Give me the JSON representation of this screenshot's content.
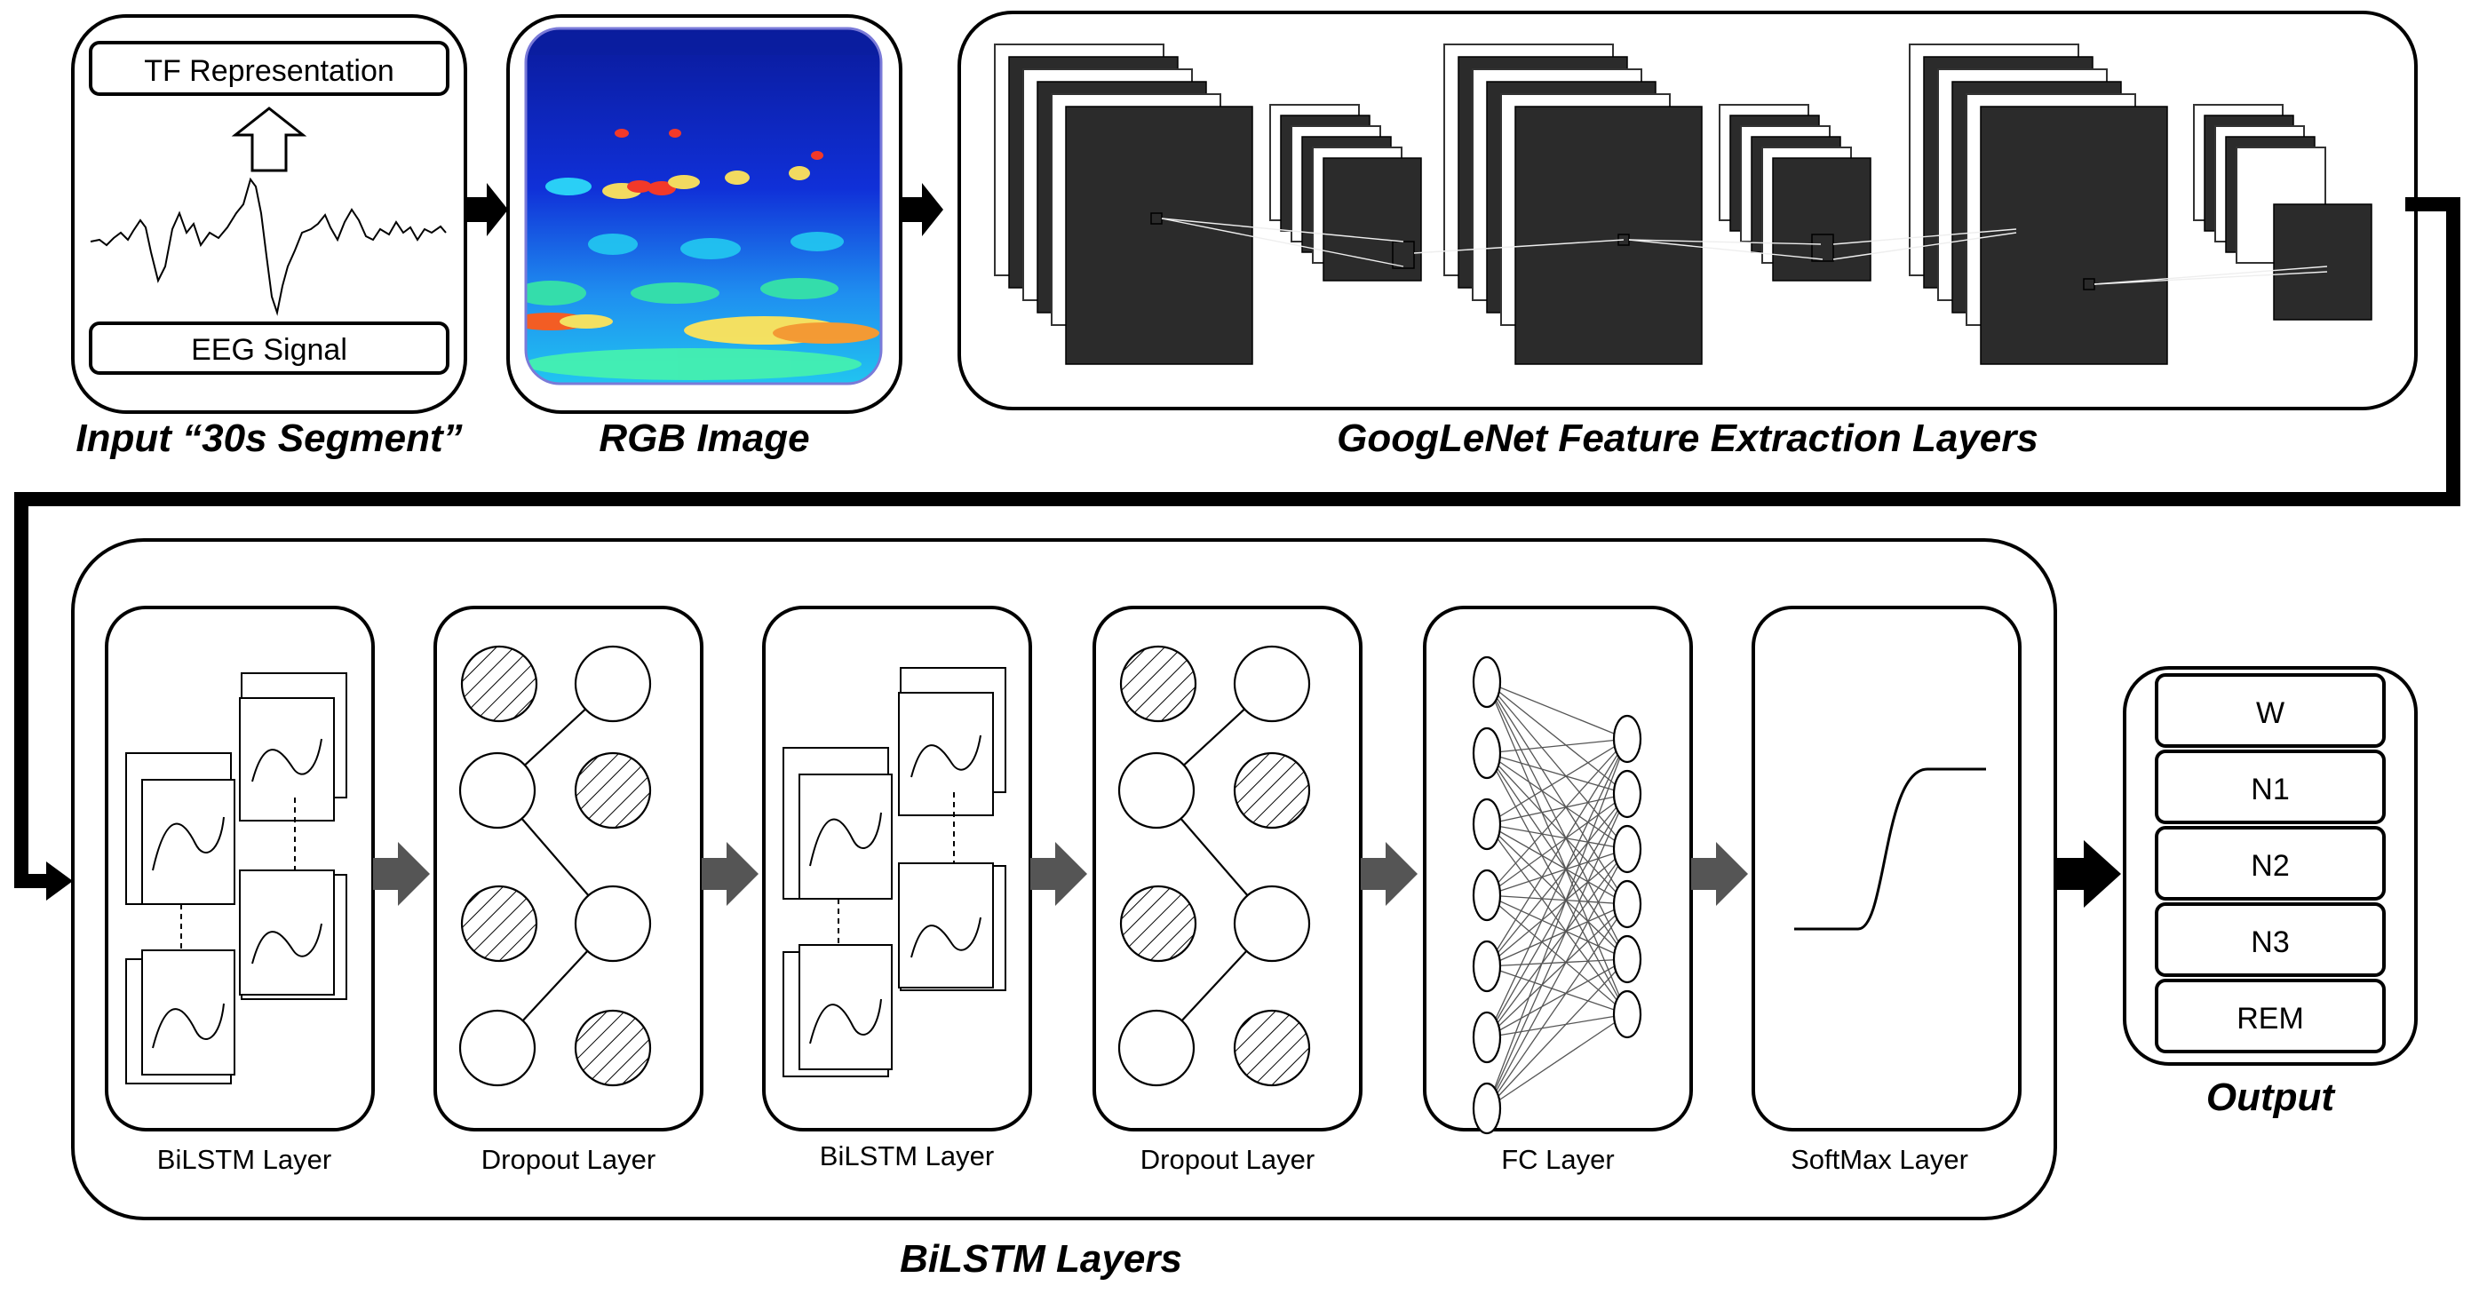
{
  "top": {
    "input": {
      "tf_label": "TF Representation",
      "eeg_label": "EEG Signal",
      "caption": "Input “30s Segment”"
    },
    "rgb": {
      "caption": "RGB Image"
    },
    "googlenet": {
      "caption": "GoogLeNet Feature Extraction Layers"
    }
  },
  "bottom": {
    "caption": "BiLSTM Layers",
    "layers": [
      {
        "label": "BiLSTM Layer"
      },
      {
        "label": "Dropout Layer"
      },
      {
        "label": "BiLSTM Layer"
      },
      {
        "label": "Dropout Layer"
      },
      {
        "label": "FC Layer"
      },
      {
        "label": "SoftMax Layer"
      }
    ]
  },
  "output": {
    "caption": "Output",
    "classes": [
      "W",
      "N1",
      "N2",
      "N3",
      "REM"
    ]
  }
}
